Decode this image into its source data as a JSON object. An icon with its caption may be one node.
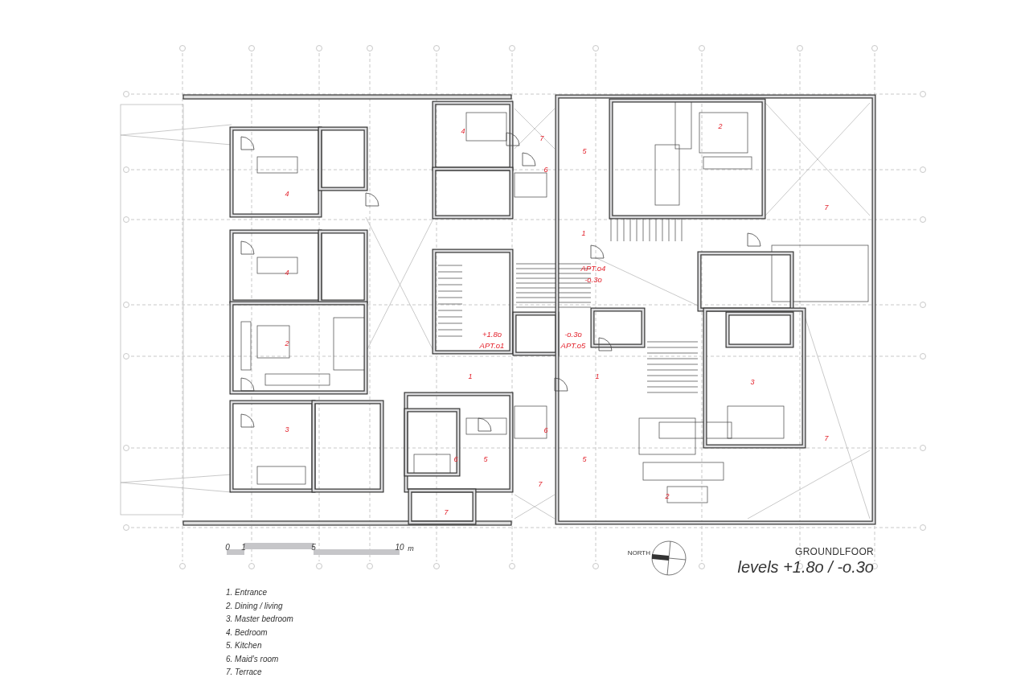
{
  "diagram": {
    "title": "GROUNDLFOOR",
    "labels": [
      "4",
      "7",
      "5",
      "2",
      "6",
      "4",
      "7",
      "1",
      "APT.o4",
      "-o.3o",
      "4",
      "2",
      "+1.8o",
      "-o.3o",
      "APT.o1",
      "APT.o5",
      "1",
      "1",
      "3",
      "3",
      "6",
      "7",
      "6",
      "5",
      "5",
      "7",
      "2",
      "7",
      "0",
      "1",
      "5",
      "10",
      "m",
      "NORTH",
      "levels +1.8o / -o.3o",
      "1. Entrance",
      "2. Dining / living",
      "3. Master bedroom",
      "4. Bedroom",
      "5. Kitchen",
      "6. Maid’s room",
      "7. Terrace"
    ]
  }
}
